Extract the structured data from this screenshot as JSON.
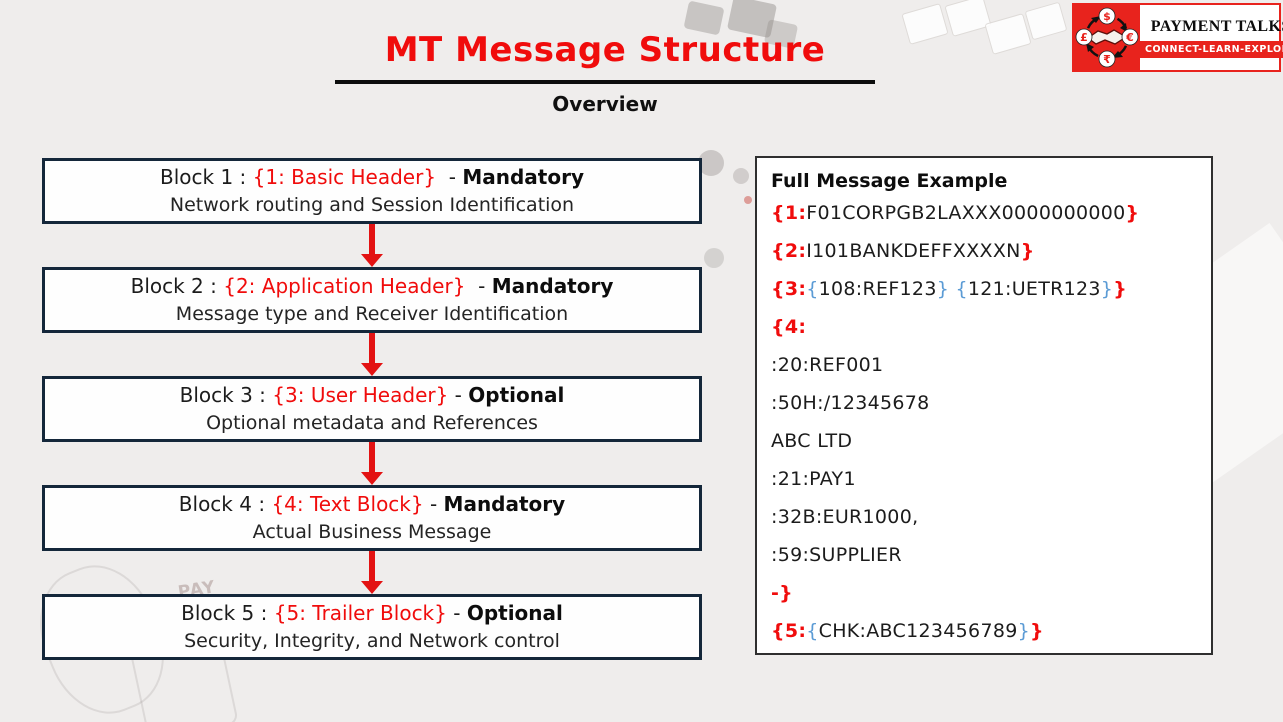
{
  "header": {
    "title": "MT Message Structure",
    "subtitle": "Overview"
  },
  "logo": {
    "brand": "PAYMENT TALKS",
    "tagline": "CONNECT-LEARN-EXPLORE",
    "currencies": [
      "$",
      "€",
      "₹",
      "£"
    ],
    "center_icon": "handshake-icon"
  },
  "flow": {
    "blocks": [
      {
        "prefix": "Block 1 : ",
        "tag": "{1: Basic Header}",
        "mid": "  - ",
        "status": "Mandatory",
        "desc": "Network routing and Session Identification"
      },
      {
        "prefix": "Block 2 : ",
        "tag": "{2: Application Header}",
        "mid": "  - ",
        "status": "Mandatory",
        "desc": "Message type and Receiver Identification"
      },
      {
        "prefix": "Block 3 : ",
        "tag": "{3: User Header}",
        "mid": " - ",
        "status": "Optional",
        "desc": "Optional metadata and References"
      },
      {
        "prefix": "Block 4 : ",
        "tag": "{4: Text Block}",
        "mid": " - ",
        "status": "Mandatory",
        "desc": "Actual Business Message"
      },
      {
        "prefix": "Block 5 : ",
        "tag": "{5: Trailer Block}",
        "mid": " - ",
        "status": "Optional",
        "desc": "Security, Integrity, and Network control"
      }
    ]
  },
  "example": {
    "heading": "Full Message Example",
    "lines": [
      [
        {
          "t": "{1:",
          "c": "red"
        },
        {
          "t": "F01CORPGB2LAXXX0000000000",
          "c": "black"
        },
        {
          "t": "}",
          "c": "red"
        }
      ],
      [
        {
          "t": "{2:",
          "c": "red"
        },
        {
          "t": "I101BANKDEFFXXXXN",
          "c": "black"
        },
        {
          "t": "}",
          "c": "red"
        }
      ],
      [
        {
          "t": "{3:",
          "c": "red"
        },
        {
          "t": "{",
          "c": "blue"
        },
        {
          "t": "108:REF123",
          "c": "black"
        },
        {
          "t": "}",
          "c": "blue"
        },
        {
          "t": " ",
          "c": "black"
        },
        {
          "t": "{",
          "c": "blue"
        },
        {
          "t": "121:UETR123",
          "c": "black"
        },
        {
          "t": "}",
          "c": "blue"
        },
        {
          "t": "}",
          "c": "red"
        }
      ],
      [
        {
          "t": "{4:",
          "c": "red"
        }
      ],
      [
        {
          "t": ":20:REF001",
          "c": "black"
        }
      ],
      [
        {
          "t": ":50H:/12345678",
          "c": "black"
        }
      ],
      [
        {
          "t": "ABC LTD",
          "c": "black"
        }
      ],
      [
        {
          "t": ":21:PAY1",
          "c": "black"
        }
      ],
      [
        {
          "t": ":32B:EUR1000,",
          "c": "black"
        }
      ],
      [
        {
          "t": ":59:SUPPLIER",
          "c": "black"
        }
      ],
      [
        {
          "t": "-}",
          "c": "red"
        }
      ],
      [
        {
          "t": "{5:",
          "c": "red"
        },
        {
          "t": "{",
          "c": "blue"
        },
        {
          "t": "CHK:ABC123456789",
          "c": "black"
        },
        {
          "t": "}",
          "c": "blue"
        },
        {
          "t": "}",
          "c": "red"
        }
      ]
    ]
  },
  "background_ghost_text": "PAY",
  "colors": {
    "accent_red": "#f00c0c",
    "brace_blue": "#5b9bd5",
    "box_border_navy": "#14273a",
    "logo_red": "#e8231d"
  }
}
